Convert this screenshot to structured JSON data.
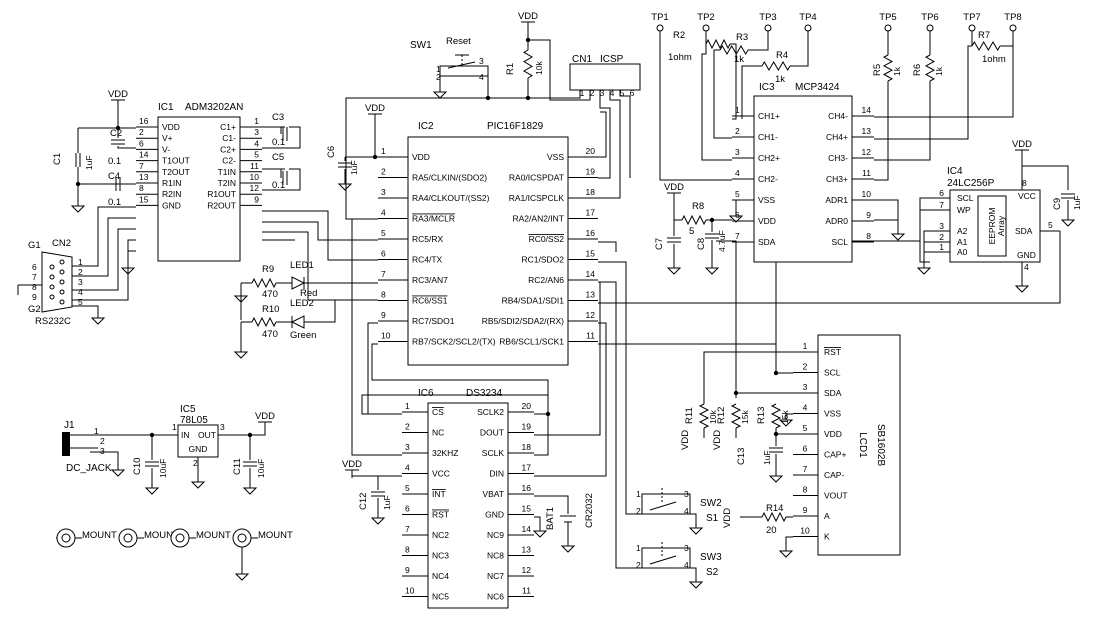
{
  "chips": {
    "ic1": {
      "ref": "IC1",
      "part": "ADM3202AN",
      "left": [
        [
          "16",
          "VDD"
        ],
        [
          "2",
          "V+"
        ],
        [
          "6",
          "V-"
        ],
        [
          "14",
          "T1OUT"
        ],
        [
          "7",
          "T2OUT"
        ],
        [
          "13",
          "R1IN"
        ],
        [
          "8",
          "R2IN"
        ],
        [
          "15",
          "GND"
        ]
      ],
      "right": [
        [
          "1",
          "C1+"
        ],
        [
          "3",
          "C1-"
        ],
        [
          "4",
          "C2+"
        ],
        [
          "5",
          "C2-"
        ],
        [
          "11",
          "T1IN"
        ],
        [
          "10",
          "T2IN"
        ],
        [
          "12",
          "R1OUT"
        ],
        [
          "9",
          "R2OUT"
        ]
      ]
    },
    "ic2": {
      "ref": "IC2",
      "part": "PIC16F1829",
      "left": [
        [
          "1",
          "VDD"
        ],
        [
          "2",
          "RA5/CLKIN/(SDO2)"
        ],
        [
          "3",
          "RA4/CLKOUT/(SS2)"
        ],
        [
          "4",
          "RA3/MCLR"
        ],
        [
          "5",
          "RC5/RX"
        ],
        [
          "6",
          "RC4/TX"
        ],
        [
          "7",
          "RC3/AN7"
        ],
        [
          "8",
          "RC6/SS1"
        ],
        [
          "9",
          "RC7/SDO1"
        ],
        [
          "10",
          "RB7/SCK2/SCL2/(TX)"
        ]
      ],
      "right": [
        [
          "20",
          "VSS"
        ],
        [
          "19",
          "RA0/ICSPDAT"
        ],
        [
          "18",
          "RA1/ICSPCLK"
        ],
        [
          "17",
          "RA2/AN2/INT"
        ],
        [
          "16",
          "RC0/SS2"
        ],
        [
          "15",
          "RC1/SDO2"
        ],
        [
          "14",
          "RC2/AN6"
        ],
        [
          "13",
          "RB4/SDA1/SDI1"
        ],
        [
          "12",
          "RB5/SDI2/SDA2/(RX)"
        ],
        [
          "11",
          "RB6/SCL1/SCK1"
        ]
      ]
    },
    "ic3": {
      "ref": "IC3",
      "part": "MCP3424",
      "left": [
        [
          "1",
          "CH1+"
        ],
        [
          "2",
          "CH1-"
        ],
        [
          "3",
          "CH2+"
        ],
        [
          "4",
          "CH2-"
        ],
        [
          "5",
          "VSS"
        ],
        [
          "6",
          "VDD"
        ],
        [
          "7",
          "SDA"
        ]
      ],
      "right": [
        [
          "14",
          "CH4-"
        ],
        [
          "13",
          "CH4+"
        ],
        [
          "12",
          "CH3-"
        ],
        [
          "11",
          "CH3+"
        ],
        [
          "10",
          "ADR1"
        ],
        [
          "9",
          "ADR0"
        ],
        [
          "8",
          "SCL"
        ]
      ]
    },
    "ic6": {
      "ref": "IC6",
      "part": "DS3234",
      "left": [
        [
          "1",
          "CS"
        ],
        [
          "2",
          "NC"
        ],
        [
          "3",
          "32KHZ"
        ],
        [
          "4",
          "VCC"
        ],
        [
          "5",
          "INT"
        ],
        [
          "6",
          "RST"
        ],
        [
          "7",
          "NC2"
        ],
        [
          "8",
          "NC3"
        ],
        [
          "9",
          "NC4"
        ],
        [
          "10",
          "NC5"
        ]
      ],
      "right": [
        [
          "20",
          "SCLK2"
        ],
        [
          "19",
          "DOUT"
        ],
        [
          "18",
          "SCLK"
        ],
        [
          "17",
          "DIN"
        ],
        [
          "16",
          "VBAT"
        ],
        [
          "15",
          "GND"
        ],
        [
          "14",
          "NC9"
        ],
        [
          "13",
          "NC8"
        ],
        [
          "12",
          "NC7"
        ],
        [
          "11",
          "NC6"
        ]
      ]
    },
    "lcd": {
      "ref": "LCD1",
      "part": "SB1602B",
      "pins": [
        [
          "1",
          "RST"
        ],
        [
          "2",
          "SCL"
        ],
        [
          "3",
          "SDA"
        ],
        [
          "4",
          "VSS"
        ],
        [
          "5",
          "VDD"
        ],
        [
          "6",
          "CAP+"
        ],
        [
          "7",
          "CAP-"
        ],
        [
          "8",
          "VOUT"
        ],
        [
          "9",
          "A"
        ],
        [
          "10",
          "K"
        ]
      ]
    },
    "ic4": {
      "ref": "IC4",
      "part": "24LC256P",
      "inner": "EEPROM",
      "inner2": "Array",
      "left": [
        [
          "6",
          "SCL"
        ],
        [
          "7",
          "WP"
        ],
        [
          "3",
          "A2"
        ],
        [
          "2",
          "A1"
        ],
        [
          "1",
          "A0"
        ]
      ],
      "right": [
        [
          "8",
          "VCC"
        ],
        [
          "5",
          "SDA"
        ],
        [
          "4",
          "GND"
        ]
      ]
    },
    "ic5": {
      "ref": "IC5",
      "part": "78L05",
      "in_label": "IN",
      "out_label": "OUT",
      "gnd_label": "GND",
      "pin_in": "1",
      "pin_out": "3",
      "pin_gnd": "2"
    }
  },
  "parts": {
    "r1": {
      "ref": "R1",
      "val": "10k"
    },
    "r2": {
      "ref": "R2",
      "val": "1ohm"
    },
    "r3": {
      "ref": "R3",
      "val": "1k"
    },
    "r4": {
      "ref": "R4",
      "val": "1k"
    },
    "r5": {
      "ref": "R5",
      "val": "1k"
    },
    "r6": {
      "ref": "R6",
      "val": "1k"
    },
    "r7": {
      "ref": "R7",
      "val": "1ohm"
    },
    "r8": {
      "ref": "R8",
      "val": "5"
    },
    "r9": {
      "ref": "R9",
      "val": "470"
    },
    "r10": {
      "ref": "R10",
      "val": "470"
    },
    "r11": {
      "ref": "R11",
      "val": "10k"
    },
    "r12": {
      "ref": "R12",
      "val": "15k"
    },
    "r13": {
      "ref": "R13",
      "val": "15k"
    },
    "r14": {
      "ref": "R14",
      "val": "20"
    },
    "c1": {
      "ref": "C1",
      "val": "1uF"
    },
    "c2": {
      "ref": "C2",
      "val": "0.1"
    },
    "c3": {
      "ref": "C3",
      "val": "0.1"
    },
    "c4": {
      "ref": "C4",
      "val": "0.1"
    },
    "c5": {
      "ref": "C5",
      "val": "0.1"
    },
    "c6": {
      "ref": "C6",
      "val": "1uF"
    },
    "c7": {
      "ref": "C7",
      "val": ""
    },
    "c8": {
      "ref": "C8",
      "val": "4.7uF"
    },
    "c9": {
      "ref": "C9",
      "val": "1uF"
    },
    "c10": {
      "ref": "C10",
      "val": "10uF"
    },
    "c11": {
      "ref": "C11",
      "val": "10uF"
    },
    "c12": {
      "ref": "C12",
      "val": "1uF"
    },
    "c13": {
      "ref": "C13",
      "val": "1uF"
    },
    "led1": {
      "ref": "LED1",
      "val": "Red"
    },
    "led2": {
      "ref": "LED2",
      "val": "Green"
    },
    "sw1": {
      "ref": "SW1",
      "val": "Reset"
    },
    "sw2": {
      "ref": "SW2",
      "val": "S1"
    },
    "sw3": {
      "ref": "SW3",
      "val": "S2"
    },
    "cn1": {
      "ref": "CN1",
      "val": "ICSP"
    },
    "cn2": {
      "ref": "CN2",
      "val": "RS232C"
    },
    "g1": "G1",
    "g2": "G2",
    "j1": {
      "ref": "J1",
      "val": "DC_JACK"
    },
    "bat1": {
      "ref": "BAT1",
      "val": "CR2032"
    }
  },
  "testpoints": [
    "TP1",
    "TP2",
    "TP3",
    "TP4",
    "TP5",
    "TP6",
    "TP7",
    "TP8"
  ],
  "mount_label": "MOUNT",
  "vdd": "VDD"
}
